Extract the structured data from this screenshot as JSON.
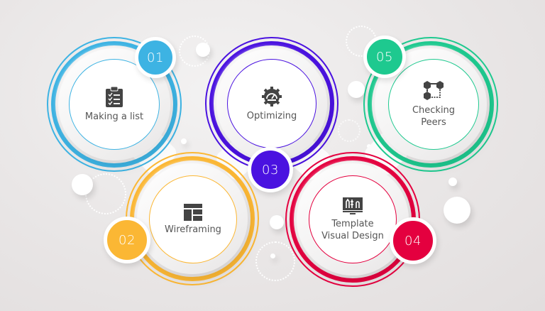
{
  "diagram": {
    "type": "process-steps",
    "steps": [
      {
        "number": "01",
        "label": "Making a list",
        "icon": "clipboard-checklist-icon",
        "color": "#3db3e3"
      },
      {
        "number": "02",
        "label": "Wireframing",
        "icon": "wireframe-layout-icon",
        "color": "#fbb734"
      },
      {
        "number": "03",
        "label": "Optimizing",
        "icon": "gear-speedometer-icon",
        "color": "#4a12e0"
      },
      {
        "number": "04",
        "label_line1": "Template",
        "label_line2": "Visual Design",
        "label": "Template Visual Design",
        "icon": "monitor-design-tools-icon",
        "color": "#e4003f"
      },
      {
        "number": "05",
        "label_line1": "Checking",
        "label_line2": "Peers",
        "label": "Checking Peers",
        "icon": "connected-blocks-icon",
        "color": "#1ec98f"
      }
    ]
  }
}
